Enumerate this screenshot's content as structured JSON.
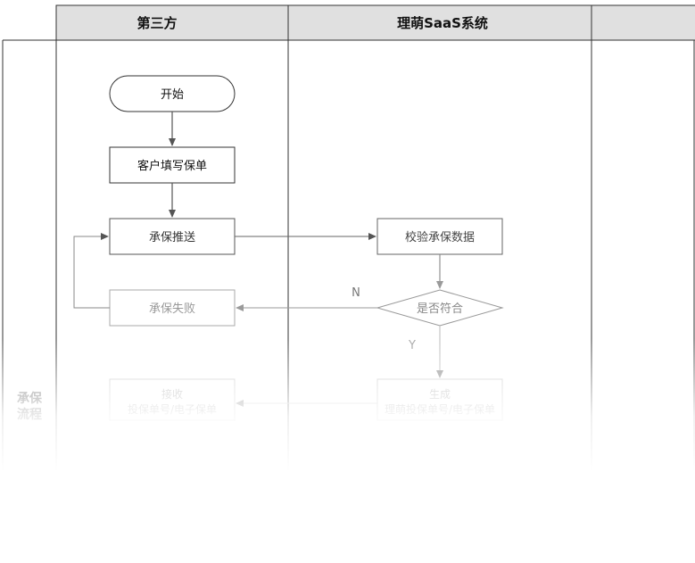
{
  "lanes": {
    "third_party": "第三方",
    "saas": "理萌SaaS系统"
  },
  "side_label": {
    "line1": "承保",
    "line2": "流程"
  },
  "nodes": {
    "start": "开始",
    "fill_form": "客户填写保单",
    "push": "承保推送",
    "verify": "校验承保数据",
    "decision": "是否符合",
    "fail": "承保失败",
    "receive_line1": "接收",
    "receive_line2": "投保单号/电子保单",
    "generate_line1": "生成",
    "generate_line2": "理萌投保单号/电子保单"
  },
  "edges": {
    "no": "N",
    "yes": "Y"
  }
}
